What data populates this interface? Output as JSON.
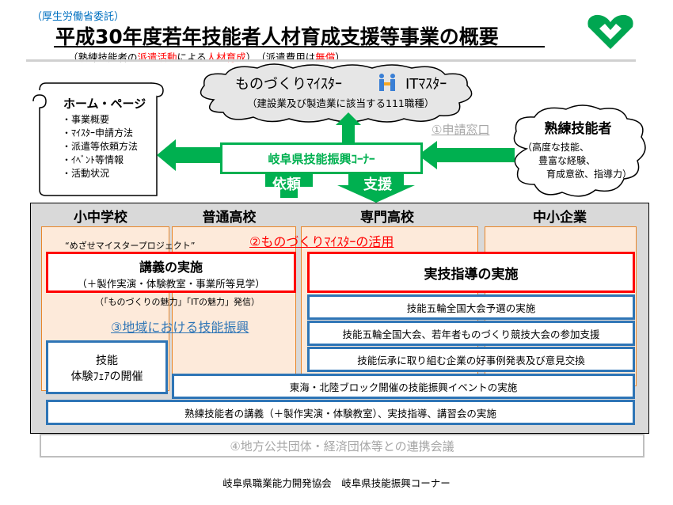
{
  "header": {
    "commission": "（厚生労働省委託）",
    "title": "平成30年度若年技能者人材育成支援等事業の概要",
    "subtitle_parts": [
      {
        "text": "（熟練技能者の",
        "color": "#000000"
      },
      {
        "text": "派遣活動",
        "color": "#ff0000"
      },
      {
        "text": "による",
        "color": "#000000"
      },
      {
        "text": "人材育成",
        "color": "#ff0000"
      },
      {
        "text": "）　（派遣費用は",
        "color": "#000000"
      },
      {
        "text": "無償",
        "color": "#ff0000"
      },
      {
        "text": "）",
        "color": "#000000"
      }
    ]
  },
  "homepage": {
    "title": "ホーム・ページ",
    "items": [
      "・事業概要",
      "・ﾏｲｽﾀｰ申請方法",
      "・派遣等依頼方法",
      "・ｲﾍﾞﾝﾄ等情報",
      "・活動状況"
    ]
  },
  "cloud_top": {
    "line1a": "ものづくりﾏｲｽﾀｰ",
    "line1b": "ITﾏｽﾀｰ",
    "line2": "（建設業及び製造業に該当する111職種）"
  },
  "cloud_right": {
    "title": "熟練技能者",
    "lines": [
      "（高度な技能、",
      "豊富な経験、",
      "育成意欲、指導力）"
    ]
  },
  "center_box": "岐阜県技能振興ｺｰﾅｰ",
  "request_label": "依頼",
  "support_label": "支援",
  "application_label": "①申請窓口",
  "columns": [
    "小中学校",
    "普通高校",
    "専門高校",
    "中小企業"
  ],
  "project_label": "“めざせマイスタープロジェクト”",
  "meister_use": "②ものづくりﾏｲｽﾀｰの活用",
  "lecture": {
    "title": "講義の実施",
    "sub": "（＋製作実演・体験教室・事業所等見学）"
  },
  "practical": "実技指導の実施",
  "appeal": "（「ものづくりの魅力」「ITの魅力」発信）",
  "regional": "③地域における技能振興",
  "fair": {
    "line1": "技能",
    "line2": "体験ﾌｪｱの開催"
  },
  "blue_items": [
    "技能五輪全国大会予選の実施",
    "技能五輪全国大会、若年者ものづくり競技大会の参加支援",
    "技能伝承に取り組む企業の好事例発表及び意見交換"
  ],
  "block_event": "東海・北陸ブロック開催の技能振興イベントの実施",
  "lecture_all": "熟練技能者の講義（＋製作実演・体験教室）、実技指導、講習会の実施",
  "council": "④地方公共団体・経済団体等との連携会議",
  "footer": "岐阜県職業能力開発協会　岐阜県技能振興コーナー",
  "colors": {
    "green": "#00b050",
    "red": "#ff0000",
    "blue": "#2e75b6",
    "grey_panel": "#d9d9d9",
    "orange_fill": "#fdeada",
    "orange_border": "#e8862a",
    "commission_blue": "#0070c0"
  },
  "icons": [
    "logo-heart-icon",
    "it-person-icon",
    "scroll-icon"
  ]
}
